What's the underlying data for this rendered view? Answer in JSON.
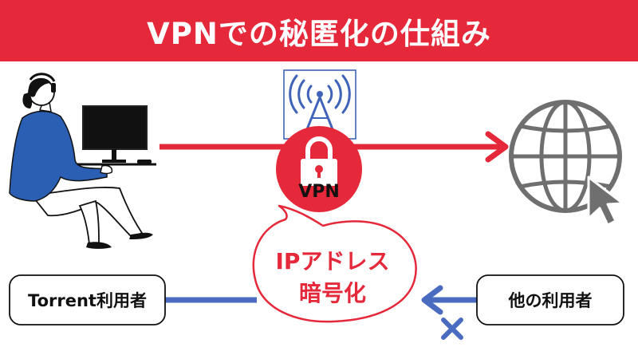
{
  "header": {
    "title": "VPNでの秘匿化の仕組み"
  },
  "vpn": {
    "label": "VPN"
  },
  "bubble": {
    "line1": "IPアドレス",
    "line2": "暗号化"
  },
  "nodes": {
    "torrent_user": "Torrent利用者",
    "other_user": "他の利用者"
  },
  "colors": {
    "accent_red": "#e5283a",
    "blue_line": "#4a6cc0",
    "person_blue": "#2b5fb4",
    "gray_icon": "#6f6f6f",
    "tower_blue": "#3f63b8"
  },
  "icons": [
    "person-at-computer-icon",
    "antenna-tower-icon",
    "padlock-icon",
    "globe-icon",
    "cursor-arrow-icon",
    "cross-mark-icon"
  ]
}
